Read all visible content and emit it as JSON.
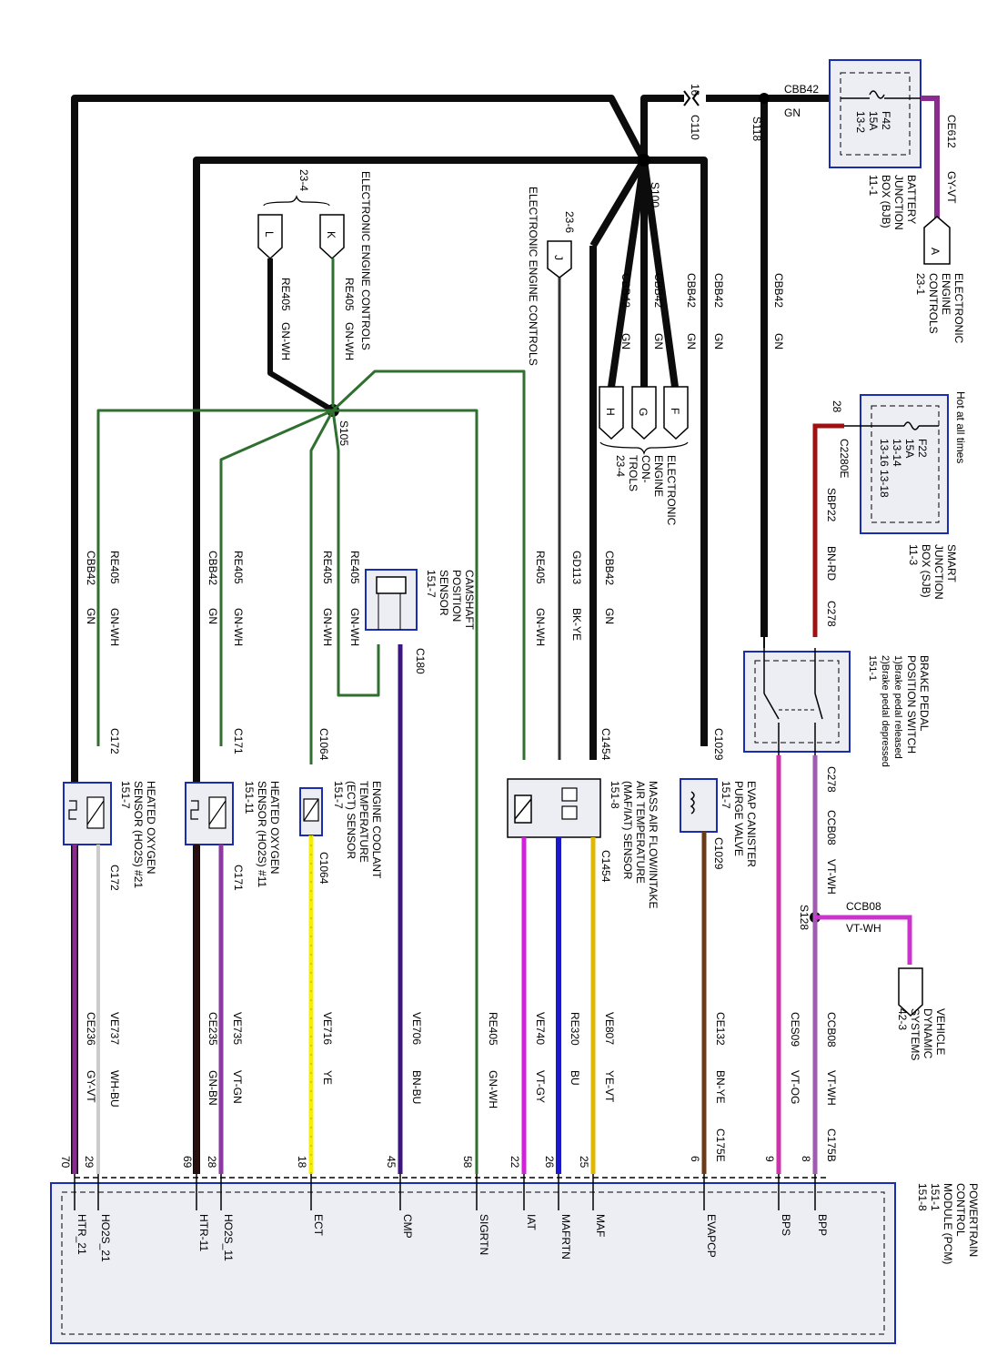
{
  "colors": {
    "gn": "#0c0c0c",
    "gn_stroke": "#1f5f1f",
    "gn_wh": "#2f6f2f",
    "gy_vt": "#8a2b8f",
    "bn_rd": "#a01010",
    "bk_ye": "#333333",
    "vt": "#3b1580",
    "ye": "#f4f000",
    "ye_vt": "#e0b800",
    "bu": "#1a1acc",
    "vt_gy": "#d020d8",
    "bn_ye": "#6b3a17",
    "vt_og": "#cc33aa",
    "vt_wh": "#a05ab0",
    "wh_bu": "#dddddd",
    "gn_bn": "#2a0f0f",
    "vt_gn": "#8a3aa0",
    "box_border": "#1a2db0",
    "box_fill": "#eceef4"
  },
  "labels": {
    "s118": "S118",
    "c110": "C110",
    "c110_pin": "16",
    "s100": "S100",
    "s105": "S105",
    "s128": "S128",
    "cbb42_top": "CBB42",
    "gn_top": "GN",
    "cbb42": "CBB42",
    "gn": "GN",
    "ref_23_4_top": "23-4",
    "ref_23_6": "23-6",
    "ee_controls": "ELECTRONIC ENGINE CONTROLS",
    "ee_controls_j": "ELECTRONIC ENGINE CONTROLS",
    "ee_controls_fgh": [
      "ELECTRONIC",
      "ENGINE",
      "CON-",
      "TROLS",
      "23-4"
    ],
    "ee_controls_a": [
      "ELECTRONIC",
      "ENGINE",
      "CONTROLS",
      "23-1"
    ],
    "conn_a": "A",
    "conn_f": "F",
    "conn_g": "G",
    "conn_h": "H",
    "conn_j": "J",
    "conn_k": "K",
    "conn_l": "L",
    "re405": "RE405",
    "gn_wh": "GN-WH",
    "gd113": "GD113",
    "bk_ye": "BK-YE",
    "ce612": "CE612",
    "gy_vt": "GY-VT",
    "sbp22": "SBP22",
    "bn_rd": "BN-RD",
    "c2280e": "C2280E",
    "c2280e_pin": "28",
    "c278": "C278",
    "ccb08": "CCB08",
    "vt_wh": "VT-WH",
    "vds": [
      "VEHICLE",
      "DYNAMIC",
      "SYSTEMS",
      "42-3"
    ],
    "camshaft": [
      "CAMSHAFT",
      "POSITION",
      "SENSOR",
      "151-7"
    ],
    "c180": "C180",
    "c1064": "C1064",
    "c172": "C172",
    "c171": "C171",
    "c1454": "C1454",
    "c1029": "C1029",
    "c175b": "C175B",
    "c175e": "C175E"
  },
  "bjb": {
    "fuse": [
      "F42",
      "15A",
      "13-2"
    ],
    "name": [
      "BATTERY",
      "JUNCTION",
      "BOX (BJB)",
      "11-1"
    ]
  },
  "sjb": {
    "hot": "Hot at all times",
    "fuse": [
      "F22",
      "15A",
      "13-14",
      "13-16  13-18"
    ],
    "name": [
      "SMART",
      "JUNCTION",
      "BOX (SJB)",
      "11-3"
    ]
  },
  "brake_switch": {
    "title": [
      "BRAKE PEDAL",
      "POSITION SWITCH",
      "1)Brake pedal released",
      "2)Brake pedal depressed",
      "151-1"
    ]
  },
  "evap": {
    "title": [
      "EVAP CANISTER",
      "PURGE VALVE",
      "151-7"
    ]
  },
  "maf": {
    "title": [
      "MASS AIR FLOW/INTAKE",
      "AIR TEMPERATURE",
      "(MAF/IAT) SENSOR",
      "151-8"
    ]
  },
  "ect": {
    "title": [
      "ENGINE COOLANT",
      "TEMPERATURE",
      "(ECT) SENSOR",
      "151-7"
    ]
  },
  "ho2s11": {
    "title": [
      "HEATED OXYGEN",
      "SENSOR (HO2S) #11",
      "151-11"
    ]
  },
  "ho2s21": {
    "title": [
      "HEATED OXYGEN",
      "SENSOR (HO2S) #21",
      "151-7"
    ]
  },
  "pcm": {
    "title": [
      "POWERTRAIN",
      "CONTROL",
      "MODULE (PCM)",
      "151-1",
      "151-8"
    ],
    "pins": [
      {
        "pin": "8",
        "name": "BPP",
        "circuit": "CCB08",
        "color": "VT-WH"
      },
      {
        "pin": "9",
        "name": "BPS",
        "circuit": "CES09",
        "color": "VT-OG"
      },
      {
        "pin": "6",
        "name": "EVAPCP",
        "circuit": "CE132",
        "color": "BN-YE"
      },
      {
        "pin": "25",
        "name": "MAF",
        "circuit": "VE807",
        "color": "YE-VT"
      },
      {
        "pin": "26",
        "name": "MAFRTN",
        "circuit": "RE320",
        "color": "BU"
      },
      {
        "pin": "22",
        "name": "IAT",
        "circuit": "VE740",
        "color": "VT-GY"
      },
      {
        "pin": "58",
        "name": "SIGRTN",
        "circuit": "RE405",
        "color": "GN-WH"
      },
      {
        "pin": "45",
        "name": "CMP",
        "circuit": "VE706",
        "color": "BN-BU"
      },
      {
        "pin": "18",
        "name": "ECT",
        "circuit": "VE716",
        "color": "YE"
      },
      {
        "pin": "28",
        "name": "HO2S_11",
        "circuit": "VE735",
        "color": "VT-GN"
      },
      {
        "pin": "69",
        "name": "HTR-11",
        "circuit": "CE235",
        "color": "GN-BN"
      },
      {
        "pin": "29",
        "name": "HO2S_21",
        "circuit": "VE737",
        "color": "WH-BU"
      },
      {
        "pin": "70",
        "name": "HTR_21",
        "circuit": "CE236",
        "color": "GY-VT"
      }
    ]
  }
}
